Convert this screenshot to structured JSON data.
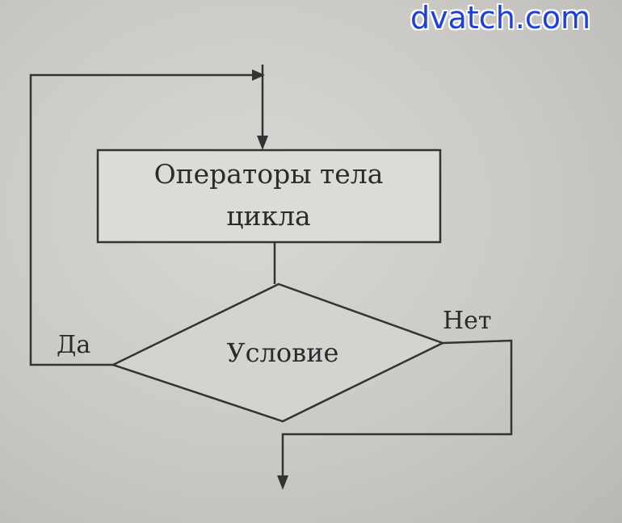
{
  "watermark": "dvatch.com",
  "flowchart": {
    "process_box": {
      "line1": "Операторы тела",
      "line2": "цикла"
    },
    "decision": "Условие",
    "yes_label": "Да",
    "no_label": "Нет"
  }
}
